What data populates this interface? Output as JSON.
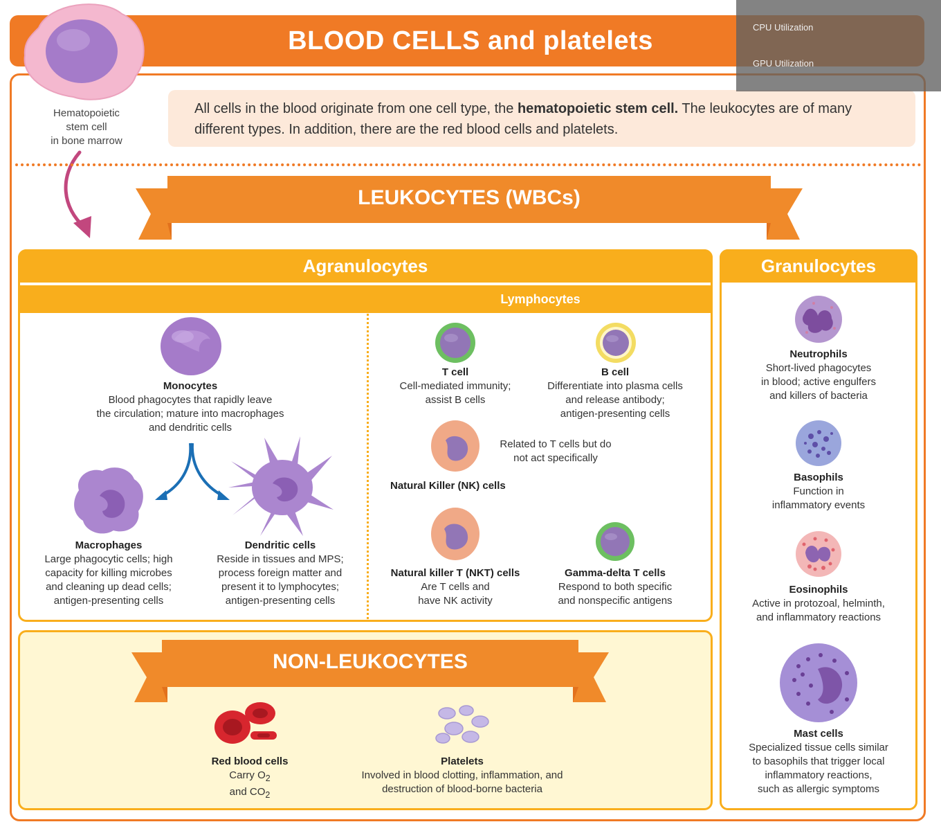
{
  "title": "BLOOD CELLS and platelets",
  "stem_cell_label": [
    "Hematopoietic",
    "stem cell",
    "in bone marrow"
  ],
  "intro": {
    "part1": "All cells in the blood originate from one cell type, the ",
    "bold": "hematopoietic stem cell.",
    "part2": " The leukocytes are of many different types. In addition, there are the red blood cells and platelets."
  },
  "leukocytes_heading": "LEUKOCYTES (WBCs)",
  "agranulocytes": {
    "heading": "Agranulocytes",
    "lymphocytes_heading": "Lymphocytes",
    "monocytes": {
      "name": "Monocytes",
      "desc": [
        "Blood phagocytes that rapidly leave",
        "the circulation; mature into macrophages",
        "and dendritic cells"
      ]
    },
    "macrophages": {
      "name": "Macrophages",
      "desc": [
        "Large phagocytic cells; high",
        "capacity for killing microbes",
        "and cleaning up dead cells;",
        "antigen-presenting cells"
      ]
    },
    "dendritic": {
      "name": "Dendritic cells",
      "desc": [
        "Reside in tissues and MPS;",
        "process foreign matter and",
        "present it to lymphocytes;",
        "antigen-presenting cells"
      ]
    },
    "t_cell": {
      "name": "T cell",
      "desc": [
        "Cell-mediated immunity;",
        "assist B cells"
      ]
    },
    "b_cell": {
      "name": "B cell",
      "desc": [
        "Differentiate into plasma cells",
        "and release antibody;",
        "antigen-presenting cells"
      ]
    },
    "nk": {
      "name": "Natural Killer (NK) cells",
      "desc": [
        "Related to T cells but do",
        "not act specifically"
      ]
    },
    "nkt": {
      "name": "Natural killer T (NKT) cells",
      "desc": [
        "Are T cells and",
        "have NK activity"
      ]
    },
    "gamma_delta": {
      "name": "Gamma-delta T cells",
      "desc": [
        "Respond to both specific",
        "and nonspecific antigens"
      ]
    }
  },
  "granulocytes": {
    "heading": "Granulocytes",
    "neutrophils": {
      "name": "Neutrophils",
      "desc": [
        "Short-lived phagocytes",
        "in blood; active engulfers",
        "and killers of bacteria"
      ]
    },
    "basophils": {
      "name": "Basophils",
      "desc": [
        "Function in",
        "inflammatory events"
      ]
    },
    "eosinophils": {
      "name": "Eosinophils",
      "desc": [
        "Active in protozoal, helminth,",
        "and inflammatory reactions"
      ]
    },
    "mast": {
      "name": "Mast cells",
      "desc": [
        "Specialized tissue cells similar",
        "to basophils that trigger local",
        "inflammatory reactions,",
        "such as allergic symptoms"
      ]
    }
  },
  "non_leukocytes": {
    "heading": "NON-LEUKOCYTES",
    "rbc": {
      "name": "Red blood cells",
      "line1_prefix": "Carry O",
      "line1_sub": "2",
      "line2_prefix": "and CO",
      "line2_sub": "2"
    },
    "platelets": {
      "name": "Platelets",
      "desc": [
        "Involved in blood clotting, inflammation, and",
        "destruction of blood-borne bacteria"
      ]
    }
  },
  "overlay": {
    "cpu": "CPU Utilization",
    "gpu": "GPU Utilization"
  },
  "colors": {
    "orange": "#f07a25",
    "amber": "#f9ae1c",
    "peach": "#fde9da",
    "cream": "#fff7d3",
    "cell_purple": "#a57bc9"
  }
}
